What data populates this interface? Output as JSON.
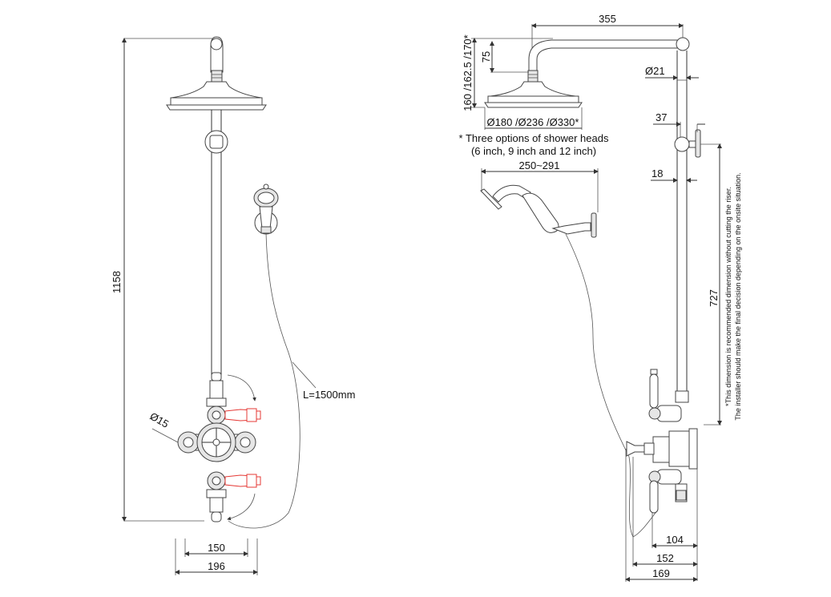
{
  "front_view": {
    "overall_height": "1158",
    "outlet_diameter": "Ø15",
    "hose_length": "L=1500mm",
    "inner_width": "150",
    "outer_width": "196"
  },
  "side_view": {
    "arm_length": "355",
    "head_height": "160 /162.5 /170*",
    "head_neck_height": "75",
    "head_diameters": "Ø180 /Ø236 /Ø330*",
    "head_note_line1": "* Three options of shower heads",
    "head_note_line2": "(6 inch, 9 inch and 12 inch)",
    "riser_diameter": "Ø21",
    "bracket_offset": "37",
    "riser_width": "18",
    "handset_reach": "250~291",
    "riser_height": "727",
    "riser_note_line1": "*This dimension is recommended dimension without cutting the riser.",
    "riser_note_line2": "The installer should make the final decision depending on the onsite situation.",
    "depth_1": "104",
    "depth_2": "152",
    "depth_3": "169"
  },
  "colors": {
    "line": "#333333",
    "handle_accent": "#e53935",
    "background": "#ffffff"
  }
}
